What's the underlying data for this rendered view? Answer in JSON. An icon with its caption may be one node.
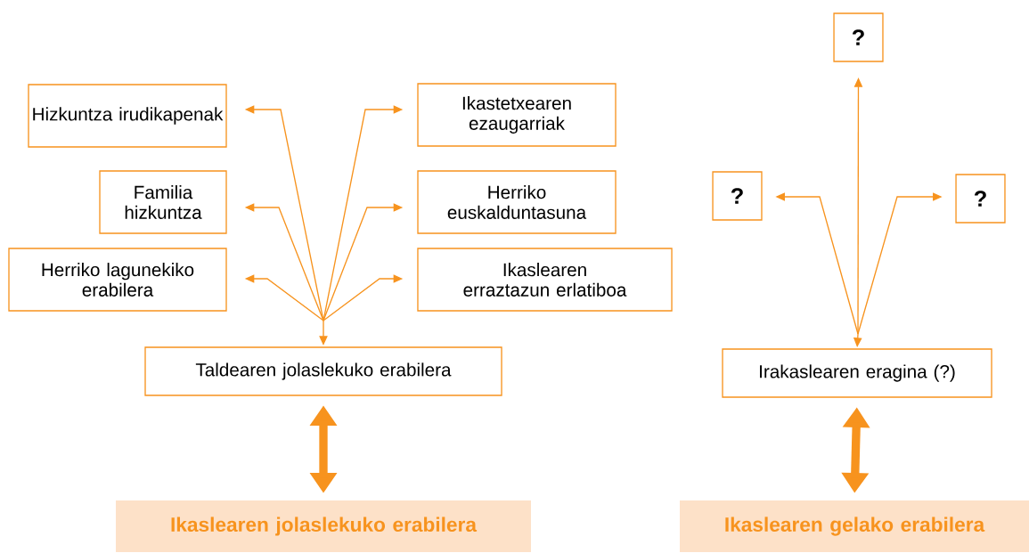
{
  "diagram": {
    "nodes": [
      {
        "text": [
          "Hizkuntza irudikapenak"
        ]
      },
      {
        "text": [
          "Ikastetxearen ezaugarriak"
        ]
      },
      {
        "text": [
          "Familia hizkuntza"
        ]
      },
      {
        "text": [
          "Herriko euskalduntasuna"
        ]
      },
      {
        "text": [
          "Herriko lagunekiko erabilera"
        ]
      },
      {
        "text": [
          "Ikaslearen erraztazun erlatiboa"
        ]
      },
      {
        "text": [
          "Taldearen jolaslekuko erabilera"
        ]
      },
      {
        "text": [
          "Ikaslearen jolaslekuko erabilera"
        ]
      },
      {
        "text": [
          "?"
        ]
      },
      {
        "text": [
          "?"
        ]
      },
      {
        "text": [
          "?"
        ]
      },
      {
        "text": [
          "Irakaslearen eragina (?)"
        ]
      },
      {
        "text": [
          "Ikaslearen gelako erabilera"
        ]
      }
    ],
    "edges": [
      {
        "from": null,
        "to": 0,
        "arrow": "to"
      },
      {
        "from": null,
        "to": 1,
        "arrow": "to"
      },
      {
        "from": null,
        "to": 2,
        "arrow": "to"
      },
      {
        "from": null,
        "to": 3,
        "arrow": "to"
      },
      {
        "from": null,
        "to": 4,
        "arrow": "to"
      },
      {
        "from": null,
        "to": 5,
        "arrow": "to"
      },
      {
        "from": null,
        "to": 6,
        "arrow": "to"
      },
      {
        "from": 6,
        "to": 7,
        "arrow": "both",
        "style": "thick"
      },
      {
        "from": null,
        "to": 8,
        "arrow": "to"
      },
      {
        "from": null,
        "to": 9,
        "arrow": "to"
      },
      {
        "from": null,
        "to": 10,
        "arrow": "to"
      },
      {
        "from": null,
        "to": 11,
        "arrow": "to"
      },
      {
        "from": 11,
        "to": 12,
        "arrow": "both",
        "style": "thick"
      }
    ]
  }
}
